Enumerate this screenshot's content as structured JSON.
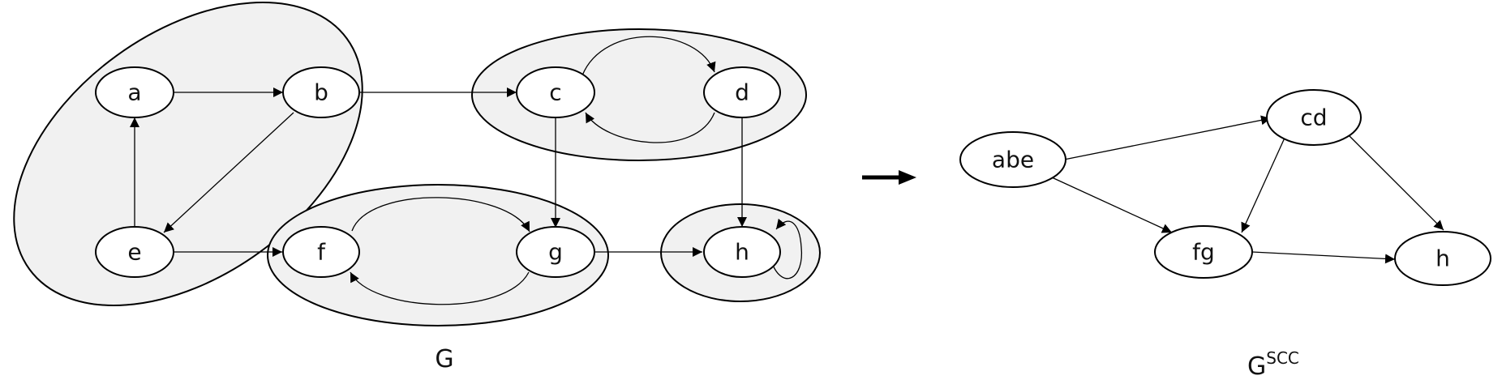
{
  "colors": {
    "stroke": "#000000",
    "region_fill": "#f1f1f1",
    "node_fill": "#ffffff"
  },
  "graph_g": {
    "caption": "G",
    "nodes": {
      "a": "a",
      "b": "b",
      "c": "c",
      "d": "d",
      "e": "e",
      "f": "f",
      "g": "g",
      "h": "h"
    },
    "components": [
      "abe",
      "cd",
      "fg",
      "h"
    ],
    "edges": [
      [
        "a",
        "b"
      ],
      [
        "b",
        "c"
      ],
      [
        "b",
        "e"
      ],
      [
        "e",
        "a"
      ],
      [
        "e",
        "f"
      ],
      [
        "c",
        "d"
      ],
      [
        "d",
        "c"
      ],
      [
        "c",
        "g"
      ],
      [
        "d",
        "h"
      ],
      [
        "f",
        "g"
      ],
      [
        "g",
        "f"
      ],
      [
        "g",
        "h"
      ],
      [
        "h",
        "h"
      ]
    ]
  },
  "transform_arrow": "right-arrow",
  "graph_scc": {
    "caption_main": "G",
    "caption_sup": "SCC",
    "nodes": {
      "abe": "abe",
      "cd": "cd",
      "fg": "fg",
      "h": "h"
    },
    "edges": [
      [
        "abe",
        "cd"
      ],
      [
        "abe",
        "fg"
      ],
      [
        "cd",
        "fg"
      ],
      [
        "cd",
        "h"
      ],
      [
        "fg",
        "h"
      ]
    ]
  }
}
